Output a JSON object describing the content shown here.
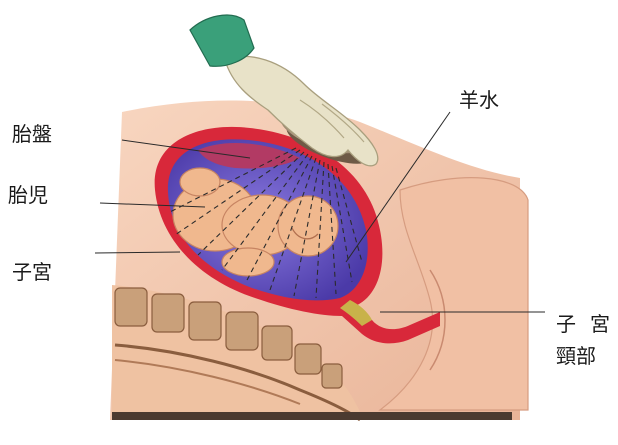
{
  "labels": {
    "placenta": "胎盤",
    "fetus": "胎児",
    "uterus": "子宮",
    "amniotic_fluid": "羊水",
    "cervix_line1": "子宮",
    "cervix_line2": "頸部"
  },
  "colors": {
    "skin": "#f6cdb4",
    "skin_shadow": "#e0a88c",
    "uterine_wall": "#d8283a",
    "amniotic_fluid": "#6a58c8",
    "spine_bone": "#c9a07a",
    "glove": "#e8e2c8",
    "sleeve": "#3aa07a",
    "probe": "#b9a48c"
  }
}
